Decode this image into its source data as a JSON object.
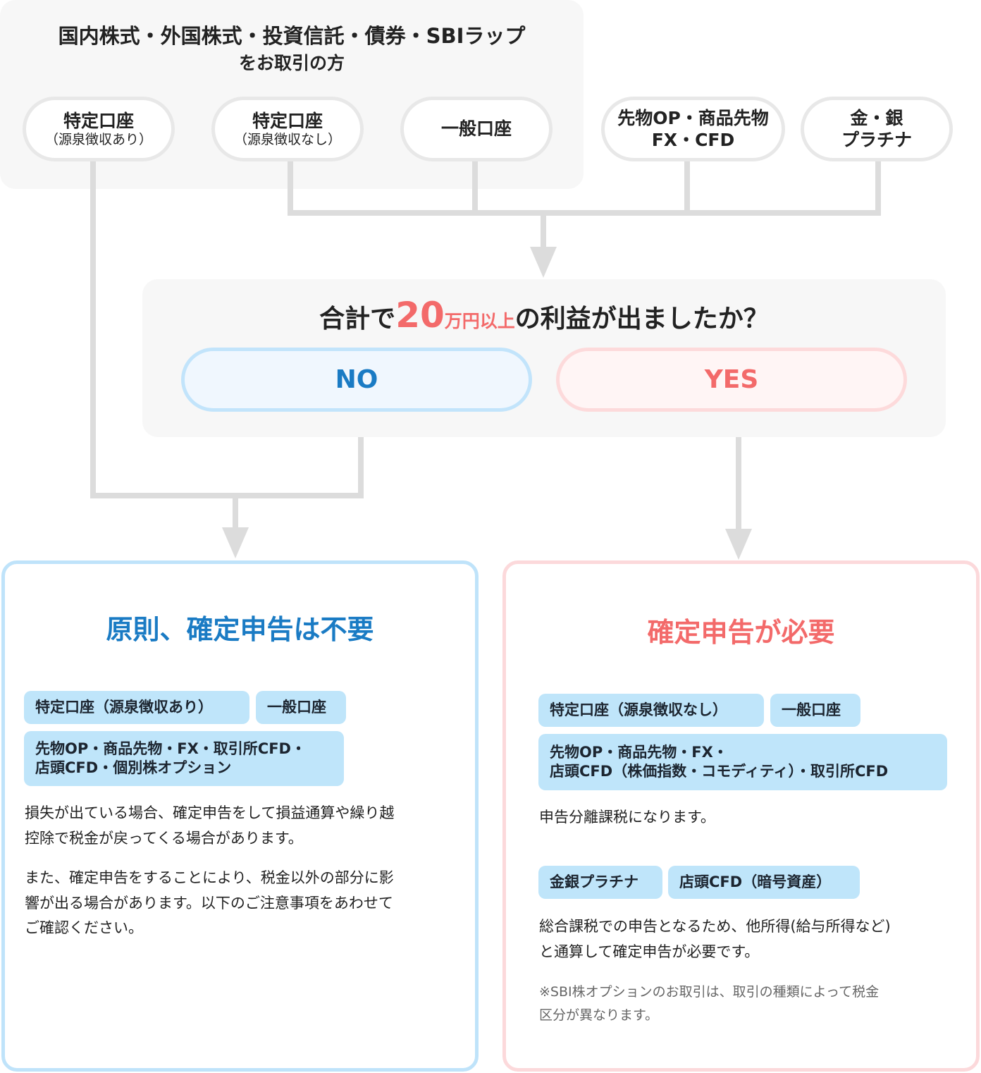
{
  "top_group": {
    "title_line1": "国内株式・外国株式・投資信託・債券・SBIラップ",
    "title_line2": "をお取引の方",
    "accounts": [
      {
        "label": "特定口座",
        "sub": "（源泉徴収あり）"
      },
      {
        "label": "特定口座",
        "sub": "（源泉徴収なし）"
      },
      {
        "label": "一般口座"
      }
    ]
  },
  "other_products": [
    {
      "line1": "先物OP・商品先物",
      "line2": "FX・CFD"
    },
    {
      "line1": "金・銀",
      "line2": "プラチナ"
    }
  ],
  "question": {
    "prefix": "合計で",
    "amount": "20",
    "unit": "万円以上",
    "suffix": "の利益が出ましたか？",
    "no_label": "NO",
    "yes_label": "YES"
  },
  "no_result": {
    "title": "原則、確定申告は不要",
    "tags": [
      "特定口座（源泉徴収あり）",
      "一般口座"
    ],
    "tag_multi_line1": "先物OP・商品先物・FX・取引所CFD・",
    "tag_multi_line2": "店頭CFD・個別株オプション",
    "para1_line1": "損失が出ている場合、確定申告をして損益通算や繰り越",
    "para1_line2": "控除で税金が戻ってくる場合があります。",
    "para2_line1": "また、確定申告をすることにより、税金以外の部分に影",
    "para2_line2": "響が出る場合があります。以下のご注意事項をあわせて",
    "para2_line3": "ご確認ください。"
  },
  "yes_result": {
    "title": "確定申告が必要",
    "tags": [
      "特定口座（源泉徴収なし）",
      "一般口座"
    ],
    "tag_multi_line1": "先物OP・商品先物・FX・",
    "tag_multi_line2": "店頭CFD（株価指数・コモディティ）・取引所CFD",
    "text1": "申告分離課税になります。",
    "tags2": [
      "金銀プラチナ",
      "店頭CFD（暗号資産）"
    ],
    "text2_line1": "総合課税での申告となるため、他所得(給与所得など)",
    "text2_line2": "と通算して確定申告が必要です。",
    "note_line1": "※SBI株オプションのお取引は、取引の種類によって税金",
    "note_line2": "区分が異なります。"
  },
  "colors": {
    "blue": "#1a7bc4",
    "red": "#f36a6a",
    "connector": "#dcdcdc"
  }
}
